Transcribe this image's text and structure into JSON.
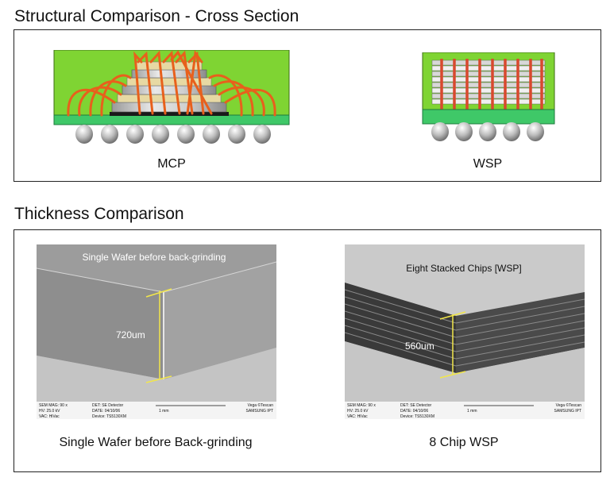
{
  "sections": {
    "structural": {
      "title": "Structural Comparison - Cross Section",
      "mcp_caption": "MCP",
      "wsp_caption": "WSP"
    },
    "thickness": {
      "title": "Thickness Comparison",
      "left": {
        "overlay_label": "Single Wafer before back-grinding",
        "measurement": "720um",
        "caption": "Single Wafer before Back-grinding"
      },
      "right": {
        "overlay_label": "Eight Stacked Chips [WSP]",
        "measurement": "560um",
        "caption": "8 Chip WSP"
      }
    }
  },
  "sem_meta": {
    "left": {
      "row1": "SEM MAG: 90 x",
      "row2": "HV: 25.0 kV",
      "row3": "VAC: HiVac",
      "row1b": "DET: SE Detector",
      "row2b": "DATE: 04/10/06",
      "row3b": "Device: TS5130XM",
      "scale": "1 mm",
      "brand1": "Vega ©Tescan",
      "brand2": "SAMSUNG IPT"
    },
    "right": {
      "row1": "SEM MAG: 90 x",
      "row2": "HV: 25.0 kV",
      "row3": "VAC: HiVac",
      "row1b": "DET: SE Detector",
      "row2b": "DATE: 04/10/06",
      "row3b": "Device: TS5130XM",
      "scale": "1 mm",
      "brand1": "Vega ©Tescan",
      "brand2": "SAMSUNG IPT"
    }
  },
  "colors": {
    "package_body": "#7fd433",
    "substrate": "#3fc868",
    "wire": "#e8601c",
    "solder_ball": "#c8c8c8",
    "measure_line": "#f2e64a"
  }
}
